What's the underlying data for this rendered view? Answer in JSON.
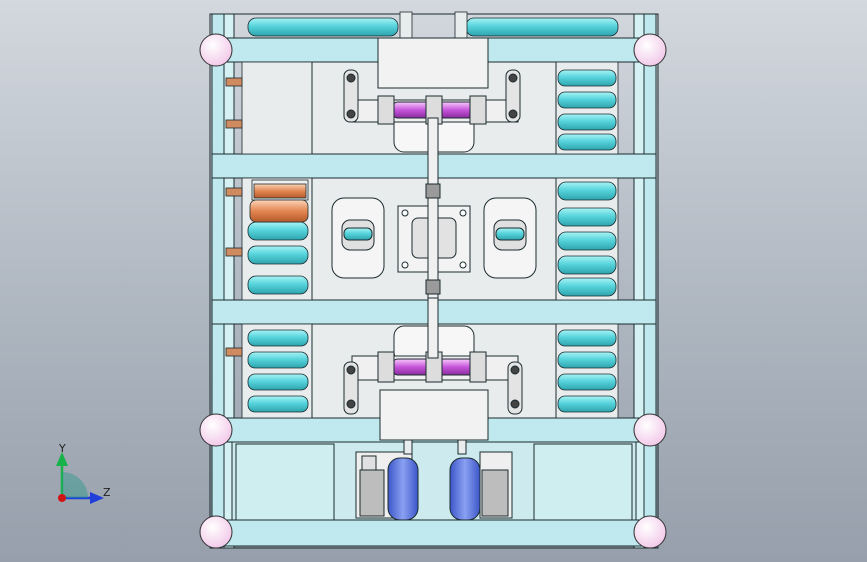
{
  "viewport": {
    "background": [
      "#d3d8de",
      "#969fab"
    ],
    "model": "machine-frame-front-view"
  },
  "colors": {
    "frame": "#bfe9ee",
    "frame_edge": "#1b2b2f",
    "roller": "#6fd8de",
    "roller_light": "#b8f4f6",
    "plate": "#e9ecec",
    "shaft": "#c25cd6",
    "shaft_light": "#f2b6f7",
    "corner_ball": "#f5d3ee",
    "motor_orange": "#e58a57",
    "motor_blue": "#6f87e8"
  },
  "triad": {
    "y_label": "Y",
    "z_label": "Z",
    "y_color": "#18b24a",
    "z_color": "#1f3fd8",
    "x_color": "#d01414"
  }
}
